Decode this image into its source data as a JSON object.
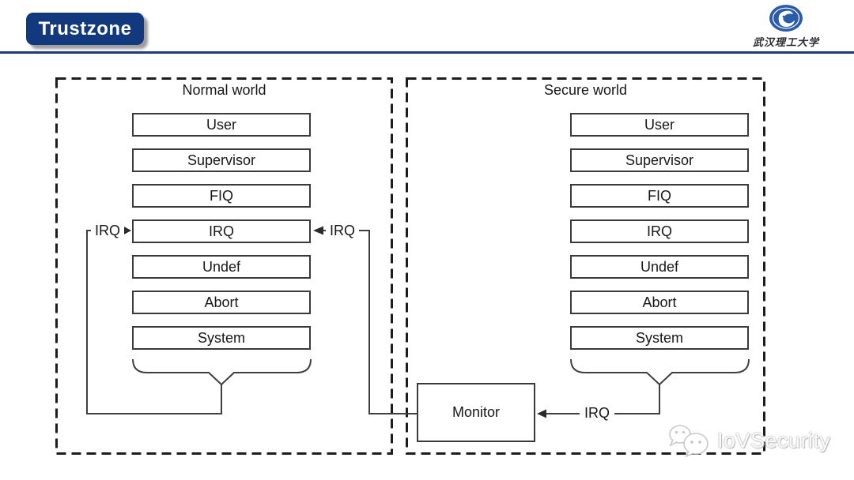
{
  "header": {
    "title": "Trustzone",
    "logo": {
      "icon": "university-emblem-icon",
      "caption": "武汉理工大学"
    }
  },
  "diagram": {
    "normal_world": {
      "title": "Normal world",
      "modes": [
        "User",
        "Supervisor",
        "FIQ",
        "IRQ",
        "Undef",
        "Abort",
        "System"
      ]
    },
    "secure_world": {
      "title": "Secure world",
      "modes": [
        "User",
        "Supervisor",
        "FIQ",
        "IRQ",
        "Undef",
        "Abort",
        "System"
      ]
    },
    "monitor": {
      "label": "Monitor"
    },
    "irq": {
      "normal_loop": "IRQ",
      "monitor_to_normal": "IRQ",
      "secure_to_monitor": "IRQ"
    }
  },
  "watermark": {
    "icon": "wechat-icon",
    "text": "IoVSecurity"
  },
  "colors": {
    "accent": "#12387E",
    "header_rule": "#1E3A7C",
    "diagram_line": "#3F3F3F",
    "dashed_border": "#1C1C1C",
    "logo_blue": "#2A5CA8",
    "watermark_gray": "#C9C9C9"
  }
}
